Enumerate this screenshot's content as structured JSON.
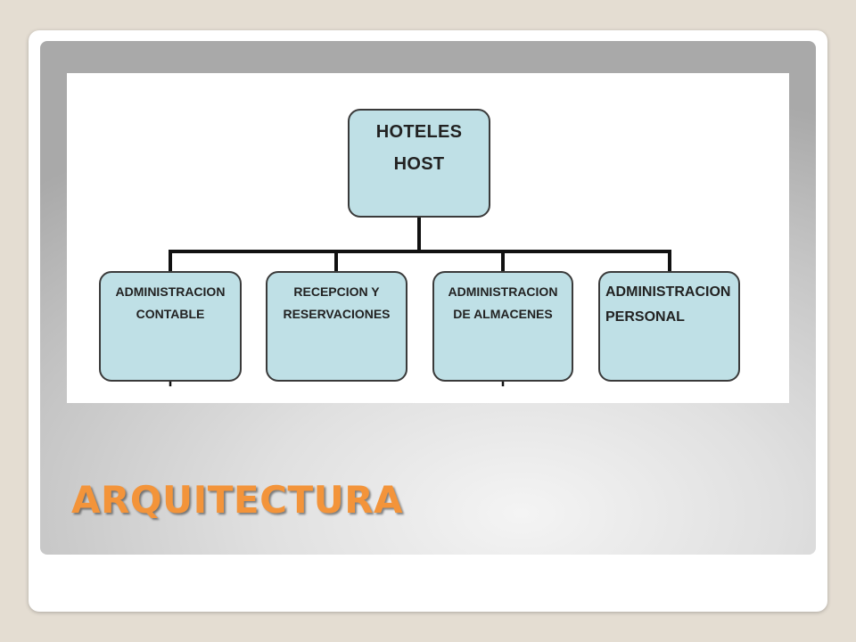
{
  "slide": {
    "title": "ARQUITECTURA"
  },
  "diagram": {
    "root": {
      "line1": "HOTELES",
      "line2": "HOST"
    },
    "children": [
      {
        "line1": "ADMINISTRACION",
        "line2": "CONTABLE"
      },
      {
        "line1": "RECEPCION Y",
        "line2": "RESERVACIONES"
      },
      {
        "line1": "ADMINISTRACION",
        "line2": "DE ALMACENES"
      },
      {
        "line1": "ADMINISTRACION",
        "line2": "PERSONAL"
      }
    ],
    "colors": {
      "node_fill": "#bfe0e6",
      "node_border": "#3a3a3a",
      "connector": "#111111"
    }
  },
  "colors": {
    "title": "#f3943a",
    "background": "#e4ddd2"
  }
}
